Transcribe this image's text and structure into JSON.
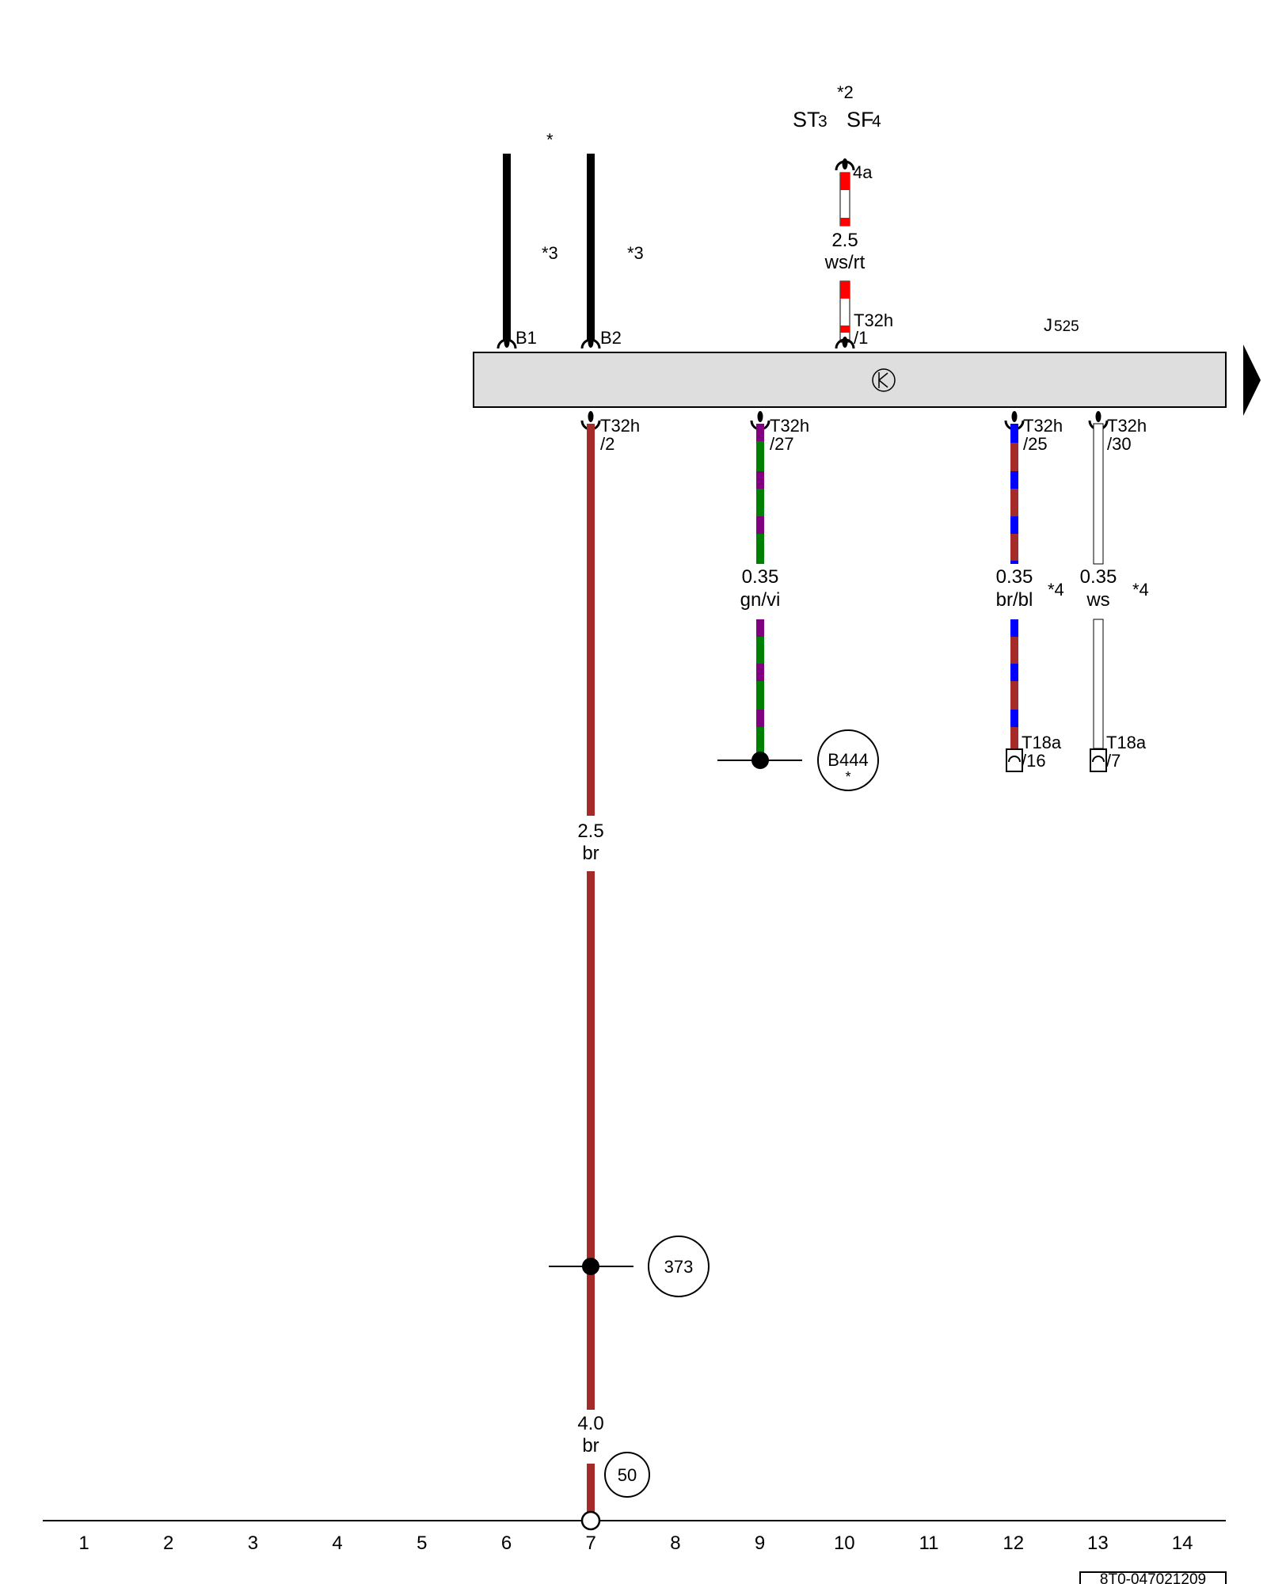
{
  "module": {
    "name_main": "J",
    "name_sub": "525",
    "symbol": "amplifier-transistor-symbol"
  },
  "top_marks": {
    "star_top": "*",
    "star_b1": "*3",
    "star_b2": "*3",
    "note_st_sf": "*2",
    "st_main": "ST",
    "st_sub": "3",
    "sf_main": "SF",
    "sf_sub": "4"
  },
  "pins_top": [
    {
      "id": "b1",
      "label": "B1"
    },
    {
      "id": "b2",
      "label": "B2"
    },
    {
      "id": "t32h1",
      "label_a": "T32h",
      "label_b": "/1"
    },
    {
      "id": "4a",
      "label": "4a"
    }
  ],
  "pins_bottom": [
    {
      "id": "p2",
      "label_a": "T32h",
      "label_b": "/2"
    },
    {
      "id": "p27",
      "label_a": "T32h",
      "label_b": "/27"
    },
    {
      "id": "p25",
      "label_a": "T32h",
      "label_b": "/25"
    },
    {
      "id": "p30",
      "label_a": "T32h",
      "label_b": "/30"
    }
  ],
  "wires": [
    {
      "id": "w_wsrt",
      "size": "2.5",
      "color_code": "ws/rt",
      "colors": [
        "#ff0000",
        "#ffffff"
      ]
    },
    {
      "id": "w_br_top",
      "size": "2.5",
      "color_code": "br",
      "colors": [
        "#a52a2a"
      ]
    },
    {
      "id": "w_br_bottom",
      "size": "4.0",
      "color_code": "br",
      "colors": [
        "#a52a2a"
      ]
    },
    {
      "id": "w_gnvi",
      "size": "0.35",
      "color_code": "gn/vi",
      "colors": [
        "#008000",
        "#800080"
      ]
    },
    {
      "id": "w_brbl",
      "size": "0.35",
      "color_code": "br/bl",
      "note": "*4",
      "colors": [
        "#a52a2a",
        "#0000ff"
      ]
    },
    {
      "id": "w_ws",
      "size": "0.35",
      "color_code": "ws",
      "note": "*4",
      "colors": [
        "#ffffff"
      ]
    }
  ],
  "connectors": [
    {
      "id": "t18a16",
      "label_a": "T18a",
      "label_b": "/16"
    },
    {
      "id": "t18a7",
      "label_a": "T18a",
      "label_b": "/7"
    }
  ],
  "refs": [
    {
      "id": "b444",
      "label": "B444",
      "note": "*"
    },
    {
      "id": "r373",
      "label": "373"
    },
    {
      "id": "r50",
      "label": "50"
    }
  ],
  "axis_numbers": [
    "1",
    "2",
    "3",
    "4",
    "5",
    "6",
    "7",
    "8",
    "9",
    "10",
    "11",
    "12",
    "13",
    "14"
  ],
  "doc_id": "8T0-047021209",
  "colors": {
    "frame_fill": "#dedede",
    "brown": "#a52a2a",
    "red": "#ff0000",
    "green": "#008000",
    "violet": "#800080",
    "blue": "#0000ff"
  }
}
